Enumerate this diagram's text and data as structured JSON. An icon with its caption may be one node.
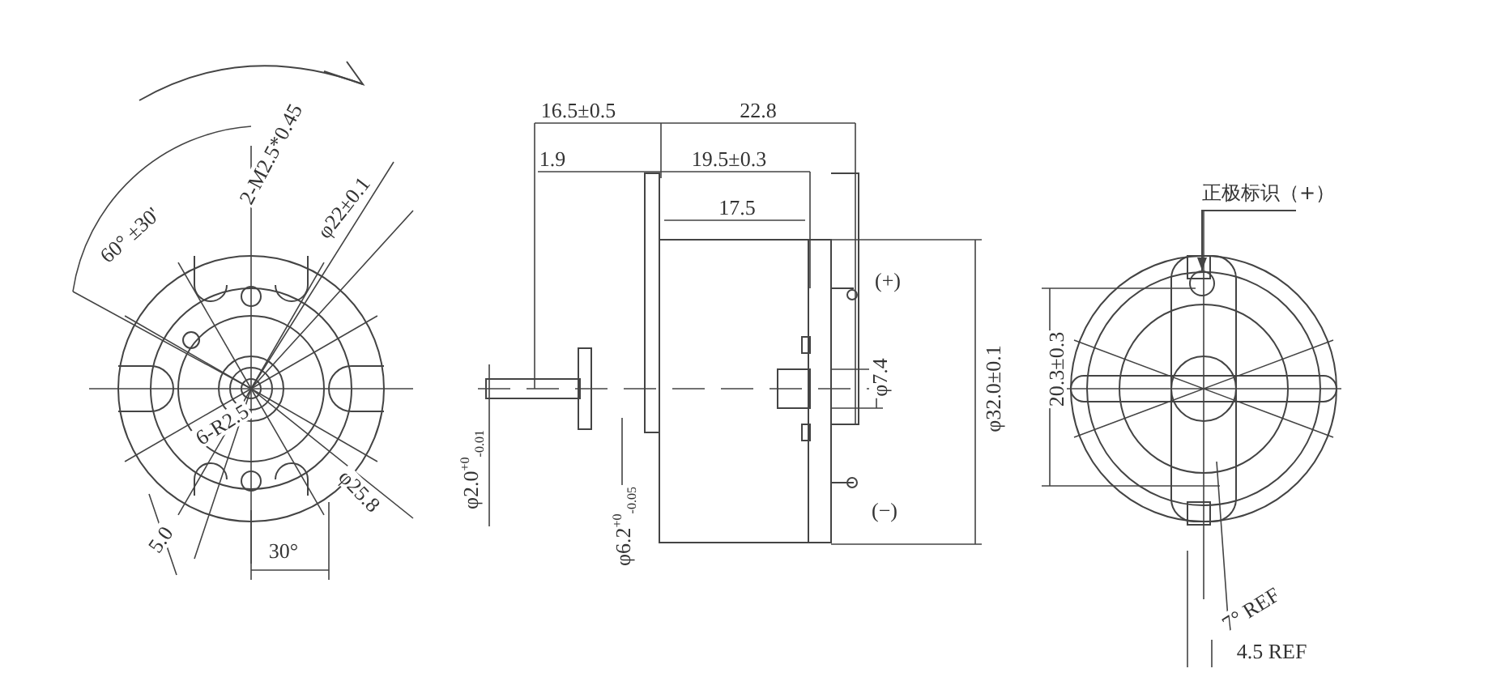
{
  "diagram": {
    "nodes": [
      {
        "text": [
          "正极标识（+）"
        ]
      },
      {
        "text": [],
        "shape": "circle"
      }
    ],
    "edges": [
      {
        "from": 0,
        "to": 1,
        "arrow": "to"
      }
    ],
    "labels": [
      "60° ±30'",
      "2-M2.5*0.45",
      "φ22±0.1",
      "6-R2.5",
      "φ25.8",
      "5.0",
      "30°",
      "16.5±0.5",
      "22.8",
      "1.9",
      "19.5±0.3",
      "17.5",
      "(+)",
      "φ7.4",
      "(−)",
      "φ32.0±0.1",
      "φ2.0$^{+0}$$_{-0.01}$",
      "φ6.2$^{+0}$$_{-0.05}$",
      "20.3±0.3",
      "7° REF",
      "4.5 REF"
    ]
  }
}
